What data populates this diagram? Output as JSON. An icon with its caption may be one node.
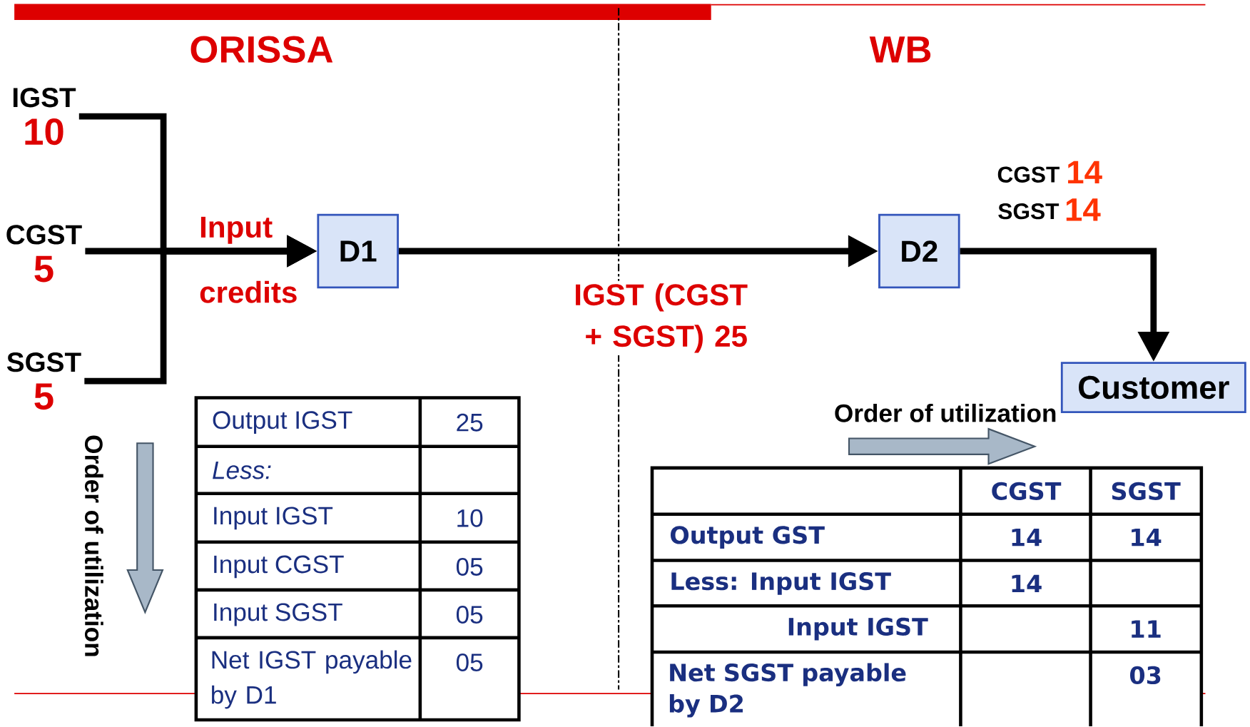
{
  "diagram": {
    "nodes": [
      {
        "text": [
          "IGST",
          "10"
        ]
      },
      {
        "text": [
          "CGST",
          "5"
        ]
      },
      {
        "text": [
          "SGST",
          "5"
        ]
      },
      {
        "text": [
          "D1"
        ]
      },
      {
        "text": [
          "D2"
        ]
      },
      {
        "text": [
          "Customer"
        ]
      }
    ],
    "edges": [
      {
        "from": 0,
        "to": 3,
        "arrow": "to"
      },
      {
        "from": 1,
        "to": 3,
        "arrow": "to",
        "label": "Input credits"
      },
      {
        "from": 2,
        "to": 3,
        "arrow": "to"
      },
      {
        "from": 3,
        "to": 4,
        "arrow": "to",
        "label": "IGST (CGST + SGST) 25"
      },
      {
        "from": 4,
        "to": 5,
        "arrow": "to"
      }
    ],
    "labels": [
      "ORISSA",
      "WB",
      "CGST",
      "14",
      "SGST",
      "14",
      "Order of utilization",
      "Output IGST",
      "25",
      "Less:",
      "Input IGST",
      "10",
      "Input CGST",
      "05",
      "Input SGST",
      "05",
      "Net IGST payable by D1",
      "05",
      "Order of utilization",
      "CGST",
      "SGST",
      "Output GST",
      "14",
      "14",
      "Less: Input IGST",
      "14",
      "Input IGST",
      "11",
      "Net SGST payable by D2",
      "03"
    ]
  }
}
